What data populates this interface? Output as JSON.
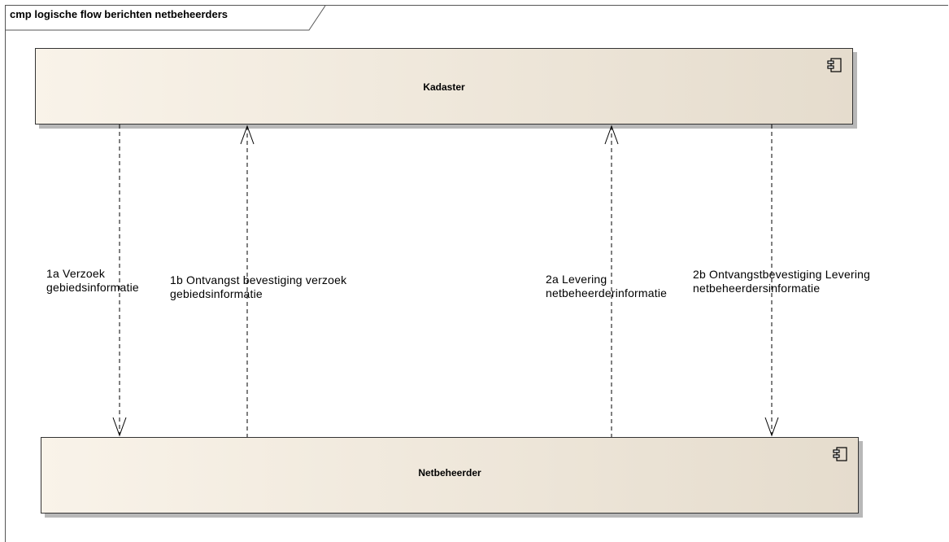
{
  "frame": {
    "title": "cmp logische flow berichten netbeheerders"
  },
  "components": {
    "top": {
      "name": "Kadaster",
      "icon": "component-icon"
    },
    "bottom": {
      "name": "Netbeheerder",
      "icon": "component-icon"
    }
  },
  "flows": [
    {
      "id": "1a",
      "line1": "1a Verzoek",
      "line2": "gebiedsinformatie",
      "direction": "down"
    },
    {
      "id": "1b",
      "line1": "1b Ontvangst bevestiging verzoek",
      "line2": "gebiedsinformatie",
      "direction": "up"
    },
    {
      "id": "2a",
      "line1": "2a Levering",
      "line2": "netbeheerderinformatie",
      "direction": "up"
    },
    {
      "id": "2b",
      "line1": "2b Ontvangstbevestiging Levering",
      "line2": "netbeheerdersinformatie",
      "direction": "down"
    }
  ]
}
